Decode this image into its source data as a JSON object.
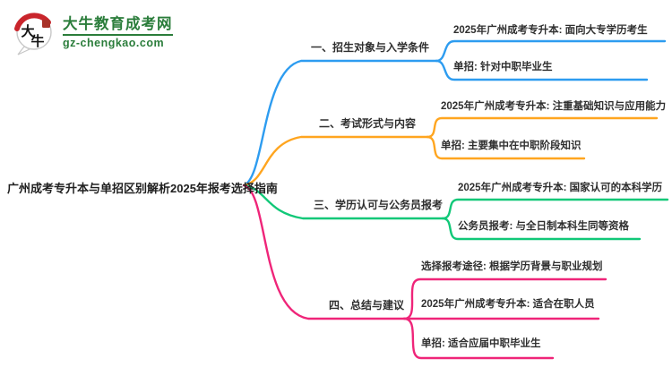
{
  "logo": {
    "icon_text": "大牛",
    "site_name": "大牛教育成考网",
    "site_url": "gz-chengkao.com",
    "brand_green": "#2b7d3b",
    "brand_red": "#c9252c"
  },
  "root": {
    "title": "广州成考专升本与单招区别解析2025年报考选择指南"
  },
  "branches": [
    {
      "label": "一、招生对象与入学条件",
      "color": "#2d9cf0",
      "children": [
        "2025年广州成考专升本: 面向大专学历考生",
        "单招: 针对中职毕业生"
      ]
    },
    {
      "label": "二、考试形式与内容",
      "color": "#ffa51f",
      "children": [
        "2025年广州成考专升本: 注重基础知识与应用能力",
        "单招: 主要集中在中职阶段知识"
      ]
    },
    {
      "label": "三、学历认可与公务员报考",
      "color": "#11c878",
      "children": [
        "2025年广州成考专升本: 国家认可的本科学历",
        "公务员报考: 与全日制本科生同等资格"
      ]
    },
    {
      "label": "四、总结与建议",
      "color": "#ef2579",
      "children": [
        "选择报考途径: 根据学历背景与职业规划",
        "2025年广州成考专升本: 适合在职人员",
        "单招: 适合应届中职毕业生"
      ]
    }
  ],
  "text_color": "#2f2f2f"
}
